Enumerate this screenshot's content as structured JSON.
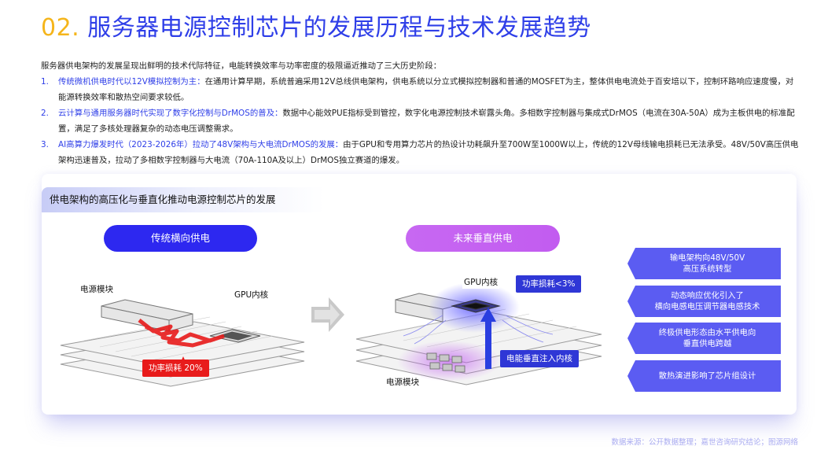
{
  "title": {
    "number": "02.",
    "text": "服务器电源控制芯片的发展历程与技术发展趋势"
  },
  "intro": "服务器供电架构的发展呈现出鲜明的技术代际特征，电能转换效率与功率密度的极限逼近推动了三大历史阶段：",
  "stages": [
    {
      "index": "1.",
      "highlight": "传统微机供电时代以12V模拟控制为主：",
      "body": "在通用计算早期，系统普遍采用12V总线供电架构，供电系统以分立式模拟控制器和普通的MOSFET为主，整体供电电流处于百安培以下，控制环路响应速度慢，对能源转换效率和散热空间要求较低。"
    },
    {
      "index": "2.",
      "highlight": "云计算与通用服务器时代实现了数字化控制与DrMOS的普及：",
      "body": "数据中心能效PUE指标受到管控，数字化电源控制技术崭露头角。多相数字控制器与集成式DrMOS（电流在30A-50A）成为主板供电的标准配置，满足了多核处理器复杂的动态电压调整需求。"
    },
    {
      "index": "3.",
      "highlight": "AI高算力爆发时代（2023-2026年）拉动了48V架构与大电流DrMOS的发展：",
      "body": "由于GPU和专用算力芯片的热设计功耗飙升至700W至1000W以上，传统的12V母线输电损耗已无法承受。48V/50V高压供电架构迅速普及，拉动了多相数字控制器与大电流（70A-110A及以上）DrMOS独立赛道的爆发。"
    }
  ],
  "panel": {
    "title": "供电架构的高压化与垂直化推动电源控制芯片的发展",
    "left": {
      "pill": "传统横向供电",
      "label_power": "电源模块",
      "label_gpu": "GPU内核",
      "loss_tag": "功率损耗 20%"
    },
    "right": {
      "pill": "未来垂直供电",
      "label_gpu": "GPU内核",
      "loss_tag": "功率损耗<3%",
      "inject_tag": "电能垂直注入内核",
      "label_power": "电源模块"
    },
    "trends": [
      "输电架构向48V/50V\n高压系统转型",
      "动态响应优化引入了\n横向电感电压调节器电感技术",
      "终极供电形态由水平供电向\n垂直供电跨越",
      "散热演进影响了芯片组设计"
    ]
  },
  "source": "数据来源：公开数据整理；嘉世咨询研究结论；图源网络",
  "colors": {
    "accent_blue": "#2f3fe8",
    "accent_yellow": "#f5b51b",
    "pill_blue": "#2d28f0",
    "pill_purple": "#c25cf0",
    "loss_red": "#e81b1b",
    "chevron": "#5b5cf2"
  }
}
